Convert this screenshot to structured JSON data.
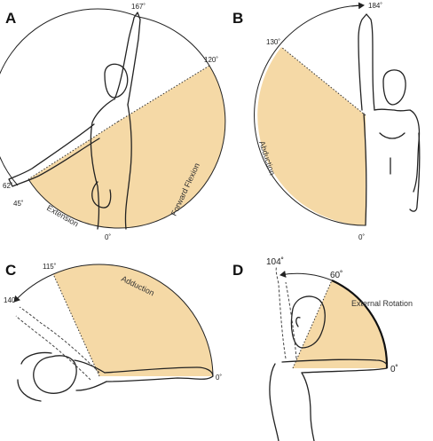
{
  "panels": {
    "a": {
      "letter": "A",
      "deg_top": "167˚",
      "deg_upper_right": "120˚",
      "deg_left": "62˚",
      "deg_lower_left": "45˚",
      "deg_bottom": "0˚",
      "label_extension": "Extension",
      "label_forward_flexion": "Forward Flexion"
    },
    "b": {
      "letter": "B",
      "deg_top": "184˚",
      "deg_upper_left": "130˚",
      "deg_bottom": "0˚",
      "label_abduction": "Abduction"
    },
    "c": {
      "letter": "C",
      "deg_top": "115˚",
      "deg_left": "140˚",
      "deg_right": "0˚",
      "label_adduction": "Adduction"
    },
    "d": {
      "letter": "D",
      "deg_top_left": "104˚",
      "deg_top_right": "60˚",
      "deg_right": "0˚",
      "label_external_rotation": "External Rotation"
    }
  },
  "colors": {
    "range_fill": "#f5d9a6",
    "line": "#222222"
  }
}
